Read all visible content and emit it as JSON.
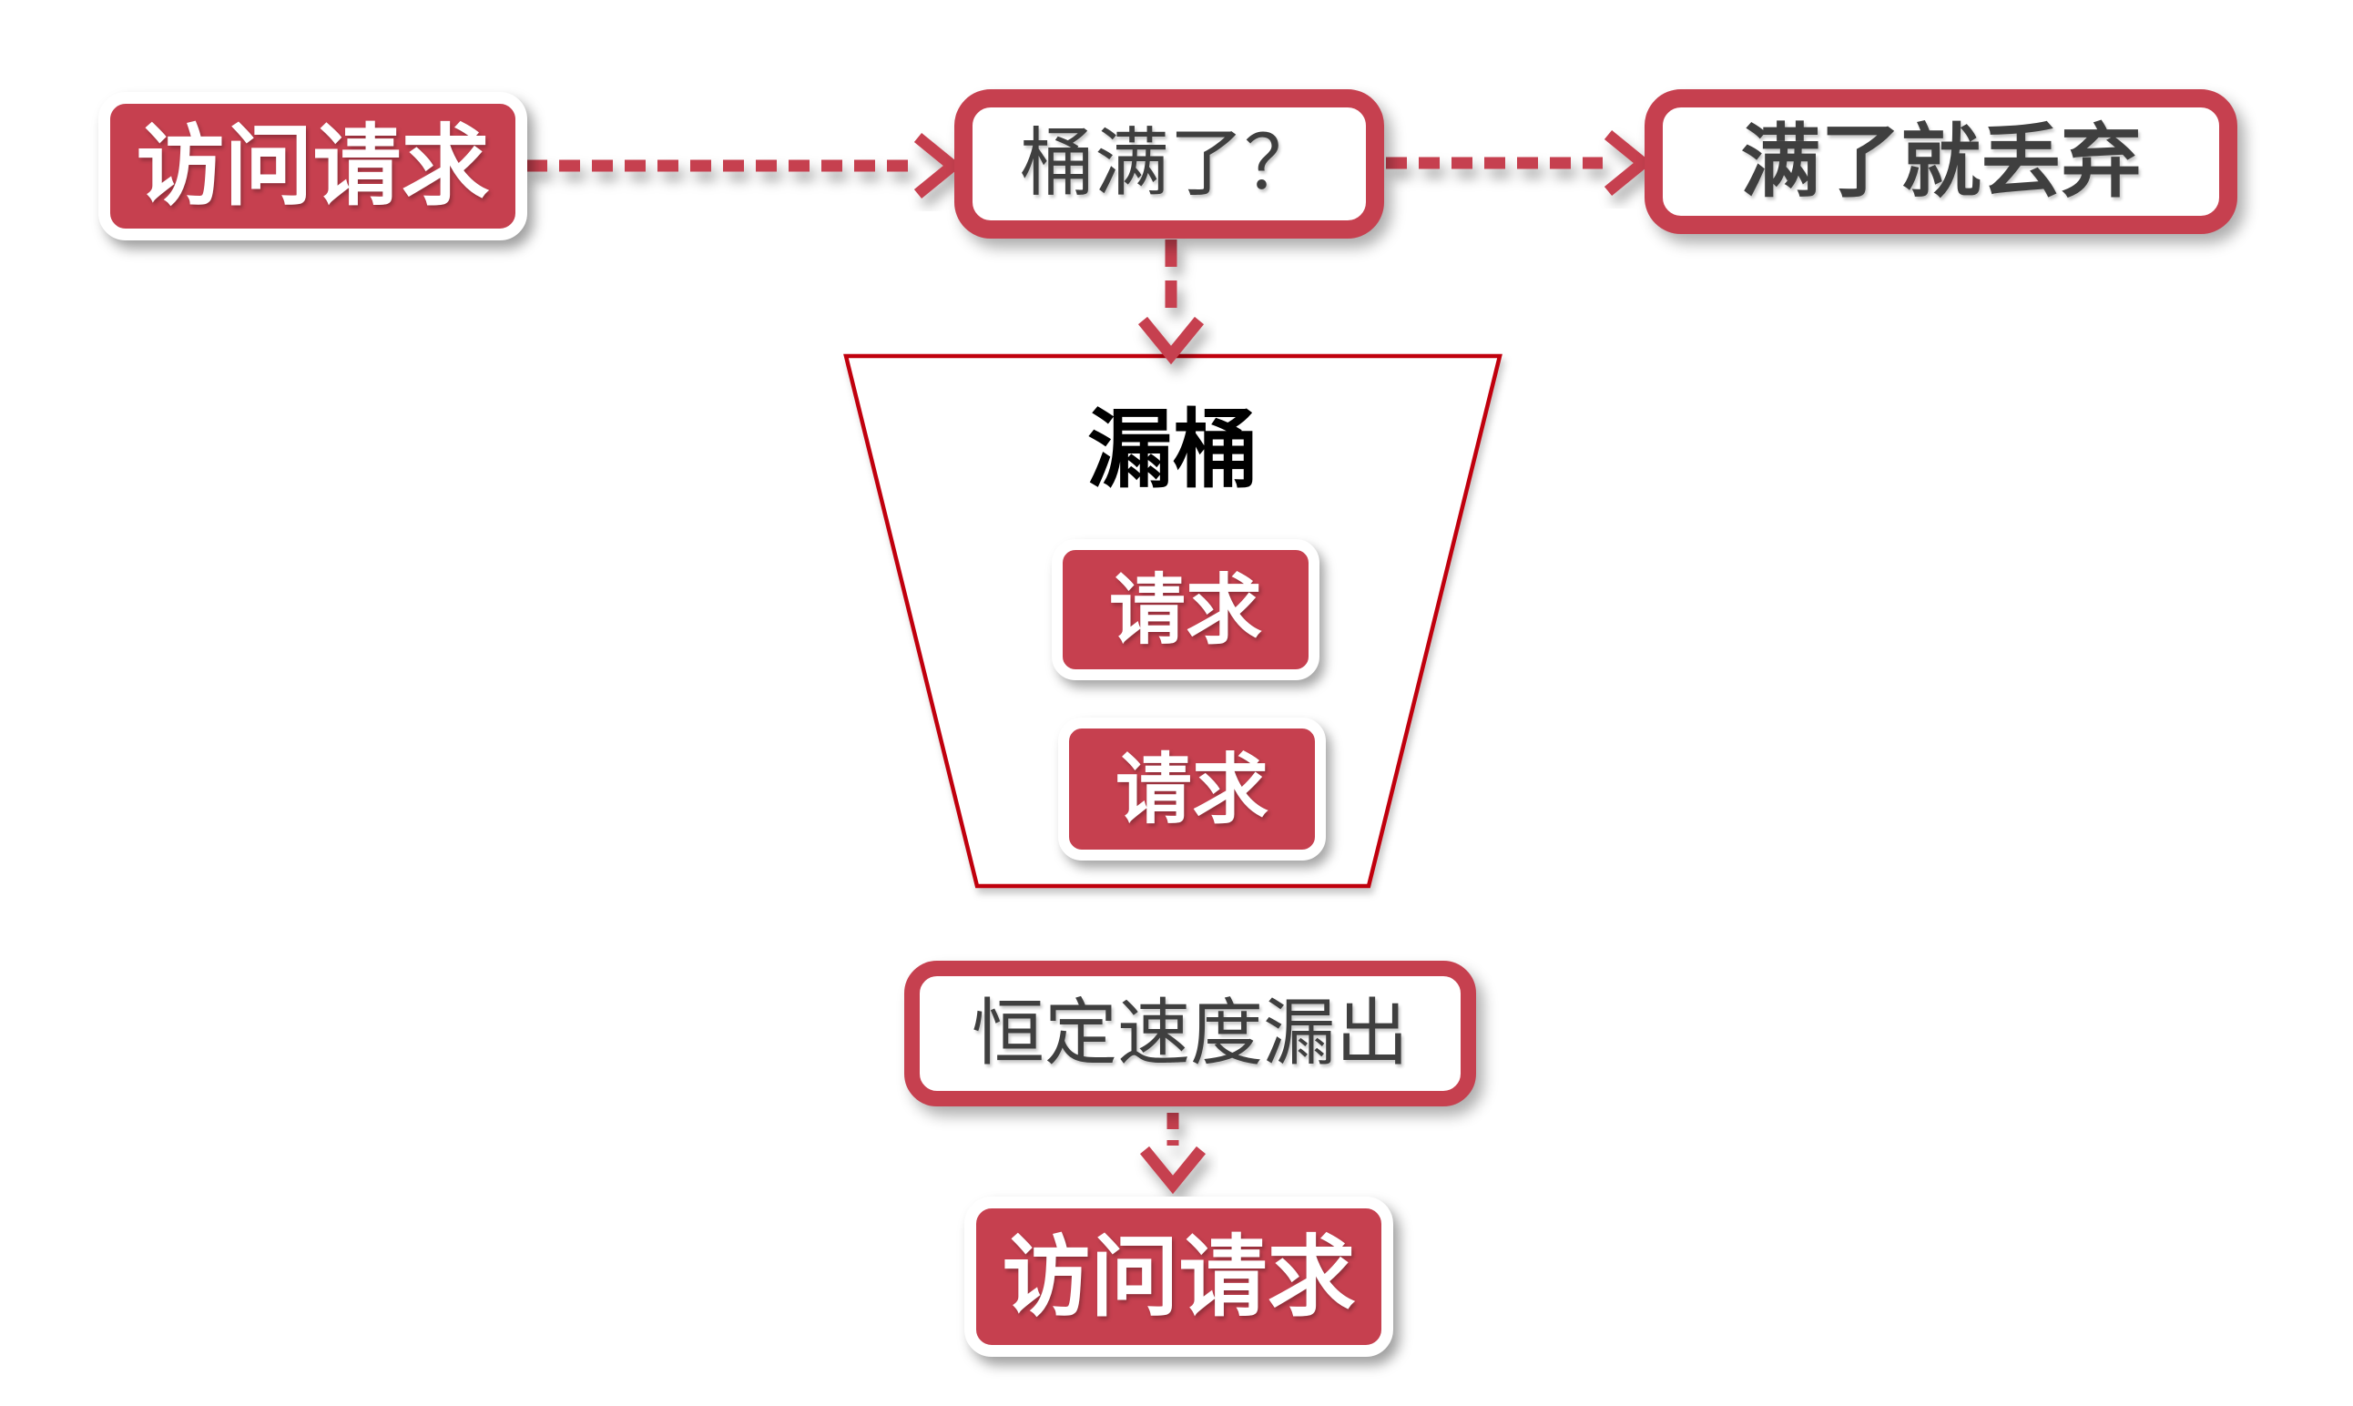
{
  "diagram": {
    "nodes": {
      "incoming_request": {
        "label": "访问请求"
      },
      "bucket_full_check": {
        "label": "桶满了？"
      },
      "discard_when_full": {
        "label": "满了就丢弃"
      },
      "leaky_bucket_title": {
        "label": "漏桶"
      },
      "queued_request_top": {
        "label": "请求"
      },
      "queued_request_bottom": {
        "label": "请求"
      },
      "constant_rate_leak": {
        "label": "恒定速度漏出"
      },
      "outgoing_request": {
        "label": "访问请求"
      }
    },
    "colors": {
      "node_red": "#C6404F",
      "funnel_stroke": "#C00310",
      "text_dark": "#3F3F3F",
      "text_black": "#000000",
      "text_white": "#FFFFFF"
    }
  }
}
